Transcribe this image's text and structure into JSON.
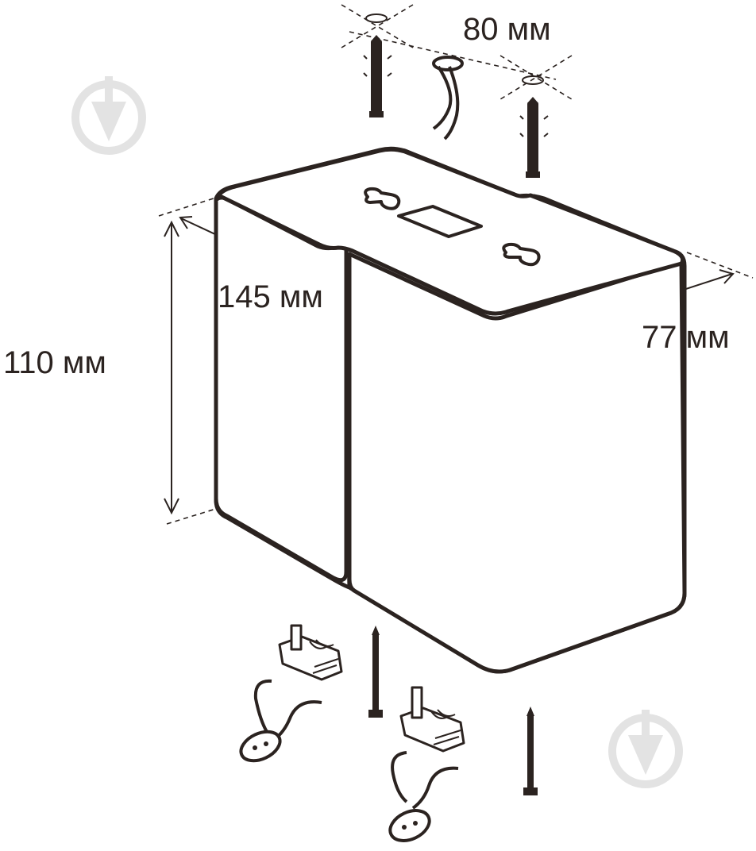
{
  "dimensions": {
    "width": "145 мм",
    "depth": "77 мм",
    "height": "110 мм",
    "mount_spacing": "80 мм"
  },
  "colors": {
    "line": "#2b2320",
    "watermark": "#e3e3e3",
    "background": "#ffffff"
  },
  "icons": [
    "wall-anchor-icon",
    "cable-icon",
    "wire-connector-icon",
    "screw-icon",
    "ceiling-rose-icon",
    "watermark-logo-icon"
  ]
}
